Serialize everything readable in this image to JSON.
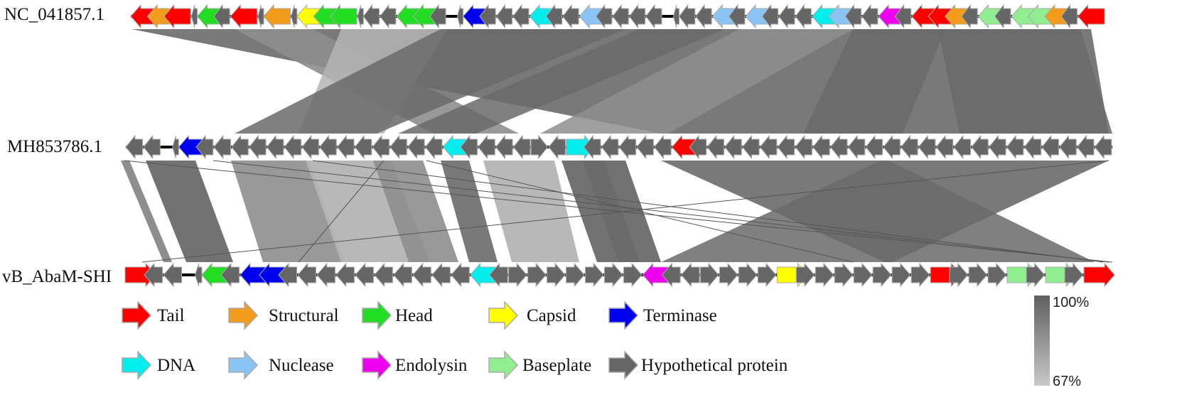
{
  "genomes": [
    {
      "label": "NC_041857.1",
      "genes": [
        {
          "d": -1,
          "c": "#ff0000"
        },
        {
          "d": -1,
          "c": "#f39b1a"
        },
        {
          "d": -1,
          "c": "#ff0000"
        },
        {
          "d": 0,
          "c": "#666666"
        },
        {
          "d": -1,
          "c": "#22dd22"
        },
        {
          "d": -1,
          "c": "#666666"
        },
        {
          "d": -1,
          "c": "#ff0000"
        },
        {
          "d": 0,
          "c": "#666666"
        },
        {
          "d": -1,
          "c": "#f39b1a"
        },
        {
          "d": 0,
          "c": "#666666"
        },
        {
          "d": -1,
          "c": "#ffff00"
        },
        {
          "d": -1,
          "c": "#22dd22"
        },
        {
          "d": -1,
          "c": "#22dd22"
        },
        {
          "d": 0,
          "c": "#666666"
        },
        {
          "d": -1,
          "c": "#666666"
        },
        {
          "d": -1,
          "c": "#666666"
        },
        {
          "d": -1,
          "c": "#22dd22"
        },
        {
          "d": -1,
          "c": "#22dd22"
        },
        {
          "d": -1,
          "c": "#666666"
        },
        {
          "d": 0,
          "c": "#666666"
        },
        {
          "d": -1,
          "c": "#0000ee"
        },
        {
          "d": -1,
          "c": "#666666"
        },
        {
          "d": -1,
          "c": "#666666"
        },
        {
          "d": -1,
          "c": "#666666"
        },
        {
          "d": -1,
          "c": "#00eeee"
        },
        {
          "d": -1,
          "c": "#666666"
        },
        {
          "d": -1,
          "c": "#666666"
        },
        {
          "d": -1,
          "c": "#89c4f4"
        },
        {
          "d": -1,
          "c": "#666666"
        },
        {
          "d": -1,
          "c": "#666666"
        },
        {
          "d": -1,
          "c": "#666666"
        },
        {
          "d": -1,
          "c": "#666666"
        },
        {
          "d": 0,
          "c": "#666666"
        },
        {
          "d": -1,
          "c": "#666666"
        },
        {
          "d": -1,
          "c": "#666666"
        },
        {
          "d": -1,
          "c": "#89c4f4"
        },
        {
          "d": -1,
          "c": "#666666"
        },
        {
          "d": -1,
          "c": "#89c4f4"
        },
        {
          "d": -1,
          "c": "#666666"
        },
        {
          "d": -1,
          "c": "#666666"
        },
        {
          "d": -1,
          "c": "#666666"
        },
        {
          "d": -1,
          "c": "#00eeee"
        },
        {
          "d": -1,
          "c": "#89c4f4"
        },
        {
          "d": -1,
          "c": "#666666"
        },
        {
          "d": -1,
          "c": "#666666"
        },
        {
          "d": -1,
          "c": "#ee00ee"
        },
        {
          "d": -1,
          "c": "#666666"
        },
        {
          "d": -1,
          "c": "#ff0000"
        },
        {
          "d": -1,
          "c": "#ff0000"
        },
        {
          "d": -1,
          "c": "#f39b1a"
        },
        {
          "d": -1,
          "c": "#666666"
        },
        {
          "d": -1,
          "c": "#90ee90"
        },
        {
          "d": -1,
          "c": "#666666"
        },
        {
          "d": -1,
          "c": "#90ee90"
        },
        {
          "d": -1,
          "c": "#90ee90"
        },
        {
          "d": -1,
          "c": "#f39b1a"
        },
        {
          "d": -1,
          "c": "#666666"
        },
        {
          "d": -1,
          "c": "#ff0000"
        }
      ]
    },
    {
      "label": "MH853786.1",
      "genes": [
        {
          "d": -1,
          "c": "#666666"
        },
        {
          "d": -1,
          "c": "#666666"
        },
        {
          "d": 0,
          "c": "#666666"
        },
        {
          "d": -1,
          "c": "#0000ee"
        },
        {
          "d": -1,
          "c": "#666666"
        },
        {
          "d": -1,
          "c": "#666666"
        },
        {
          "d": -1,
          "c": "#666666"
        },
        {
          "d": -1,
          "c": "#666666"
        },
        {
          "d": -1,
          "c": "#666666"
        },
        {
          "d": -1,
          "c": "#666666"
        },
        {
          "d": -1,
          "c": "#666666"
        },
        {
          "d": -1,
          "c": "#666666"
        },
        {
          "d": -1,
          "c": "#666666"
        },
        {
          "d": -1,
          "c": "#666666"
        },
        {
          "d": -1,
          "c": "#666666"
        },
        {
          "d": -1,
          "c": "#666666"
        },
        {
          "d": -1,
          "c": "#666666"
        },
        {
          "d": -1,
          "c": "#666666"
        },
        {
          "d": -1,
          "c": "#00eeee"
        },
        {
          "d": -1,
          "c": "#666666"
        },
        {
          "d": -1,
          "c": "#666666"
        },
        {
          "d": -1,
          "c": "#666666"
        },
        {
          "d": -1,
          "c": "#666666"
        },
        {
          "d": 1,
          "c": "#666666"
        },
        {
          "d": -1,
          "c": "#666666"
        },
        {
          "d": 1,
          "c": "#00eeee"
        },
        {
          "d": -1,
          "c": "#666666"
        },
        {
          "d": -1,
          "c": "#666666"
        },
        {
          "d": -1,
          "c": "#666666"
        },
        {
          "d": -1,
          "c": "#666666"
        },
        {
          "d": -1,
          "c": "#666666"
        },
        {
          "d": -1,
          "c": "#ff0000"
        },
        {
          "d": -1,
          "c": "#666666"
        },
        {
          "d": -1,
          "c": "#666666"
        },
        {
          "d": -1,
          "c": "#666666"
        },
        {
          "d": -1,
          "c": "#666666"
        },
        {
          "d": -1,
          "c": "#666666"
        },
        {
          "d": -1,
          "c": "#666666"
        },
        {
          "d": -1,
          "c": "#666666"
        },
        {
          "d": -1,
          "c": "#666666"
        },
        {
          "d": -1,
          "c": "#666666"
        },
        {
          "d": -1,
          "c": "#666666"
        },
        {
          "d": -1,
          "c": "#666666"
        },
        {
          "d": -1,
          "c": "#666666"
        },
        {
          "d": -1,
          "c": "#666666"
        },
        {
          "d": -1,
          "c": "#666666"
        },
        {
          "d": -1,
          "c": "#666666"
        },
        {
          "d": -1,
          "c": "#666666"
        },
        {
          "d": -1,
          "c": "#666666"
        },
        {
          "d": -1,
          "c": "#666666"
        },
        {
          "d": -1,
          "c": "#666666"
        },
        {
          "d": -1,
          "c": "#666666"
        },
        {
          "d": -1,
          "c": "#666666"
        },
        {
          "d": -1,
          "c": "#666666"
        },
        {
          "d": -1,
          "c": "#666666"
        },
        {
          "d": -1,
          "c": "#666666"
        }
      ]
    },
    {
      "label": "vB_AbaM-SHI",
      "genes": [
        {
          "d": 1,
          "c": "#ff0000"
        },
        {
          "d": -1,
          "c": "#666666"
        },
        {
          "d": -1,
          "c": "#666666"
        },
        {
          "d": 0,
          "c": "#666666"
        },
        {
          "d": -1,
          "c": "#22dd22"
        },
        {
          "d": -1,
          "c": "#666666"
        },
        {
          "d": -1,
          "c": "#0000ee"
        },
        {
          "d": -1,
          "c": "#0000ee"
        },
        {
          "d": -1,
          "c": "#666666"
        },
        {
          "d": -1,
          "c": "#666666"
        },
        {
          "d": -1,
          "c": "#666666"
        },
        {
          "d": -1,
          "c": "#666666"
        },
        {
          "d": -1,
          "c": "#666666"
        },
        {
          "d": -1,
          "c": "#666666"
        },
        {
          "d": -1,
          "c": "#666666"
        },
        {
          "d": -1,
          "c": "#666666"
        },
        {
          "d": -1,
          "c": "#666666"
        },
        {
          "d": -1,
          "c": "#666666"
        },
        {
          "d": -1,
          "c": "#00eeee"
        },
        {
          "d": -1,
          "c": "#666666"
        },
        {
          "d": 1,
          "c": "#666666"
        },
        {
          "d": 1,
          "c": "#666666"
        },
        {
          "d": 1,
          "c": "#666666"
        },
        {
          "d": 1,
          "c": "#666666"
        },
        {
          "d": 1,
          "c": "#666666"
        },
        {
          "d": 1,
          "c": "#666666"
        },
        {
          "d": 1,
          "c": "#666666"
        },
        {
          "d": -1,
          "c": "#ee00ee"
        },
        {
          "d": -1,
          "c": "#666666"
        },
        {
          "d": -1,
          "c": "#666666"
        },
        {
          "d": 1,
          "c": "#666666"
        },
        {
          "d": 1,
          "c": "#666666"
        },
        {
          "d": 1,
          "c": "#666666"
        },
        {
          "d": 1,
          "c": "#666666"
        },
        {
          "d": 1,
          "c": "#ffff00"
        },
        {
          "d": 1,
          "c": "#666666"
        },
        {
          "d": 1,
          "c": "#666666"
        },
        {
          "d": 1,
          "c": "#666666"
        },
        {
          "d": 1,
          "c": "#666666"
        },
        {
          "d": 1,
          "c": "#666666"
        },
        {
          "d": 1,
          "c": "#666666"
        },
        {
          "d": 1,
          "c": "#666666"
        },
        {
          "d": 1,
          "c": "#ff0000"
        },
        {
          "d": 1,
          "c": "#666666"
        },
        {
          "d": 1,
          "c": "#666666"
        },
        {
          "d": 1,
          "c": "#666666"
        },
        {
          "d": 1,
          "c": "#90ee90"
        },
        {
          "d": 1,
          "c": "#666666"
        },
        {
          "d": 1,
          "c": "#90ee90"
        },
        {
          "d": 1,
          "c": "#666666"
        },
        {
          "d": 1,
          "c": "#ff0000"
        }
      ]
    }
  ],
  "legend": [
    {
      "label": "Tail",
      "color": "#ff0000"
    },
    {
      "label": "Structural",
      "color": "#f39b1a"
    },
    {
      "label": "Head",
      "color": "#22dd22"
    },
    {
      "label": "Capsid",
      "color": "#ffff00"
    },
    {
      "label": "Terminase",
      "color": "#0000ee"
    },
    {
      "label": "DNA",
      "color": "#00eeee"
    },
    {
      "label": "Nuclease",
      "color": "#89c4f4"
    },
    {
      "label": "Endolysin",
      "color": "#ee00ee"
    },
    {
      "label": "Baseplate",
      "color": "#90ee90"
    },
    {
      "label": "Hypothetical protein",
      "color": "#666666"
    }
  ],
  "identity_scale": {
    "max_label": "100%",
    "min_label": "67%",
    "max_color": "#5f5f5f",
    "min_color": "#c8c8c8"
  },
  "colors": {
    "backbone": "#000000",
    "arrow_outline": "#aaaaaa",
    "hypothetical": "#666666"
  }
}
